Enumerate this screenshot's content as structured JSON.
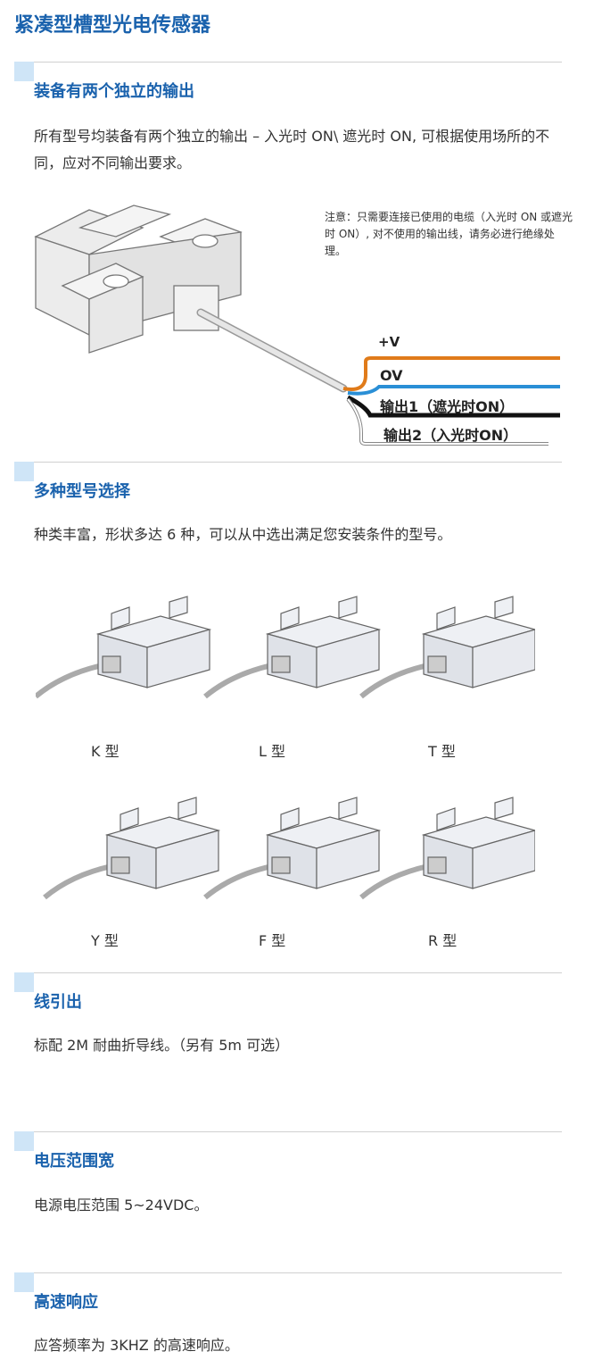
{
  "title": "紧凑型槽型光电传感器",
  "sections": [
    {
      "heading": "装备有两个独立的输出",
      "body": "所有型号均装备有两个独立的输出 – 入光时 ON\\ 遮光时 ON, 可根据使用场所的不同，应对不同输出要求。"
    },
    {
      "heading": "多种型号选择",
      "body": "种类丰富，形状多达 6 种，可以从中选出满足您安装条件的型号。"
    },
    {
      "heading": "线引出",
      "body": "标配 2M 耐曲折导线。（另有 5m 可选）"
    },
    {
      "heading": "电压范围宽",
      "body": "电源电压范围 5~24VDC。"
    },
    {
      "heading": "高速响应",
      "body": "应答频率为 3KHZ 的高速响应。"
    }
  ],
  "diagram": {
    "note": "注意：只需要连接已使用的电缆（入光时 ON 或遮光时 ON）, 对不使用的输出线，请务必进行绝缘处理。",
    "wires": [
      {
        "label": "+V",
        "color": "#e07b1a"
      },
      {
        "label": "OV",
        "color": "#2a8fd6"
      },
      {
        "label": "输出1（遮光时ON）",
        "color": "#111111"
      },
      {
        "label": "输出2（入光时ON）",
        "color": "#ffffff"
      }
    ]
  },
  "models": [
    "K 型",
    "L 型",
    "T 型",
    "Y 型",
    "F 型",
    "R 型"
  ]
}
